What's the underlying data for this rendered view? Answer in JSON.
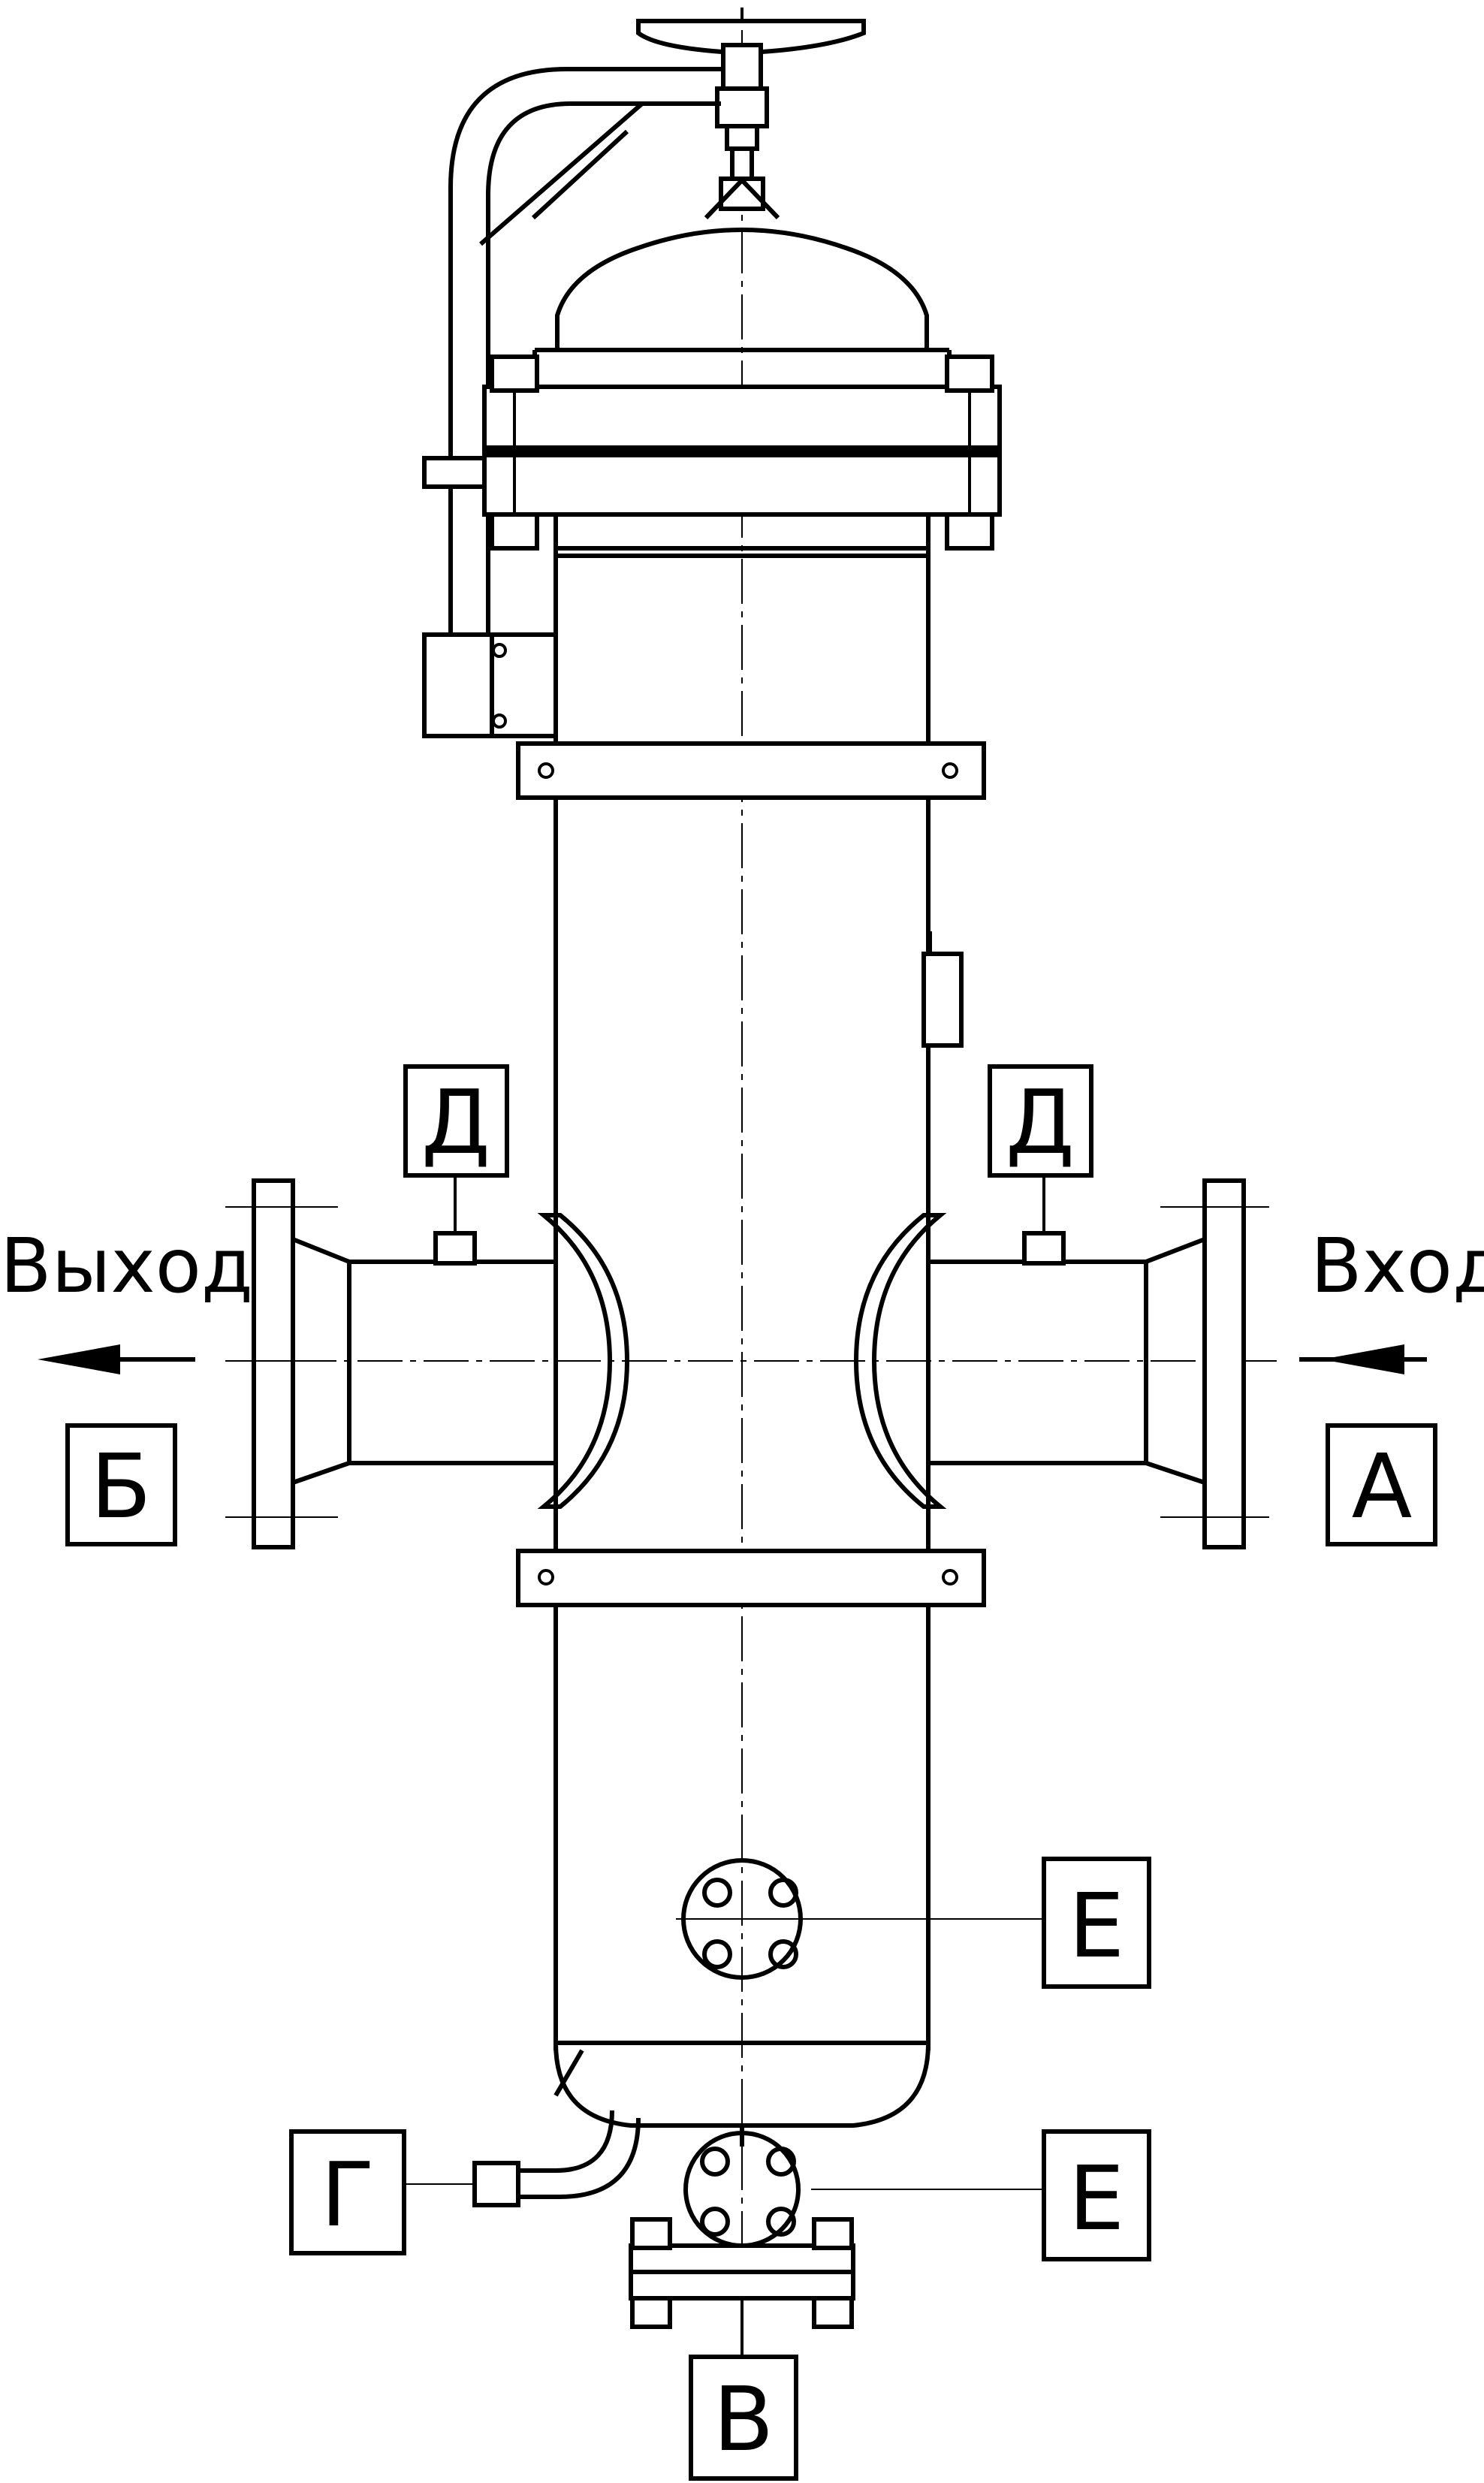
{
  "labels": {
    "outlet_text": "Выход",
    "inlet_text": "Вход"
  },
  "callouts": {
    "inlet": "А",
    "outlet": "Б",
    "bottom_drain": "В",
    "side_drain": "Г",
    "vent_left": "Д",
    "vent_right": "Д",
    "hatch_upper": "Е",
    "hatch_lower": "Е"
  },
  "colors": {
    "line": "#000000",
    "background": "#ffffff"
  }
}
